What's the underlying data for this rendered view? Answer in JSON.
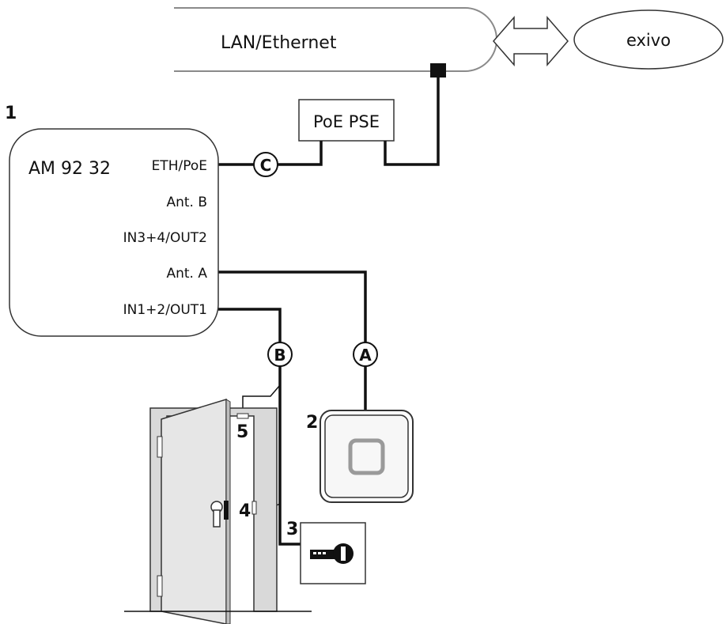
{
  "network": {
    "lan_label": "LAN/Ethernet",
    "exivo_label": "exivo"
  },
  "poe_pse": {
    "label": "PoE PSE"
  },
  "module": {
    "number": "1",
    "name": "AM 92 32",
    "ports": {
      "eth_poe": "ETH/PoE",
      "ant_b": "Ant. B",
      "in34_out2": "IN3+4/OUT2",
      "ant_a": "Ant. A",
      "in12_out1": "IN1+2/OUT1"
    }
  },
  "cables": {
    "a": "A",
    "b": "B",
    "c": "C"
  },
  "components": {
    "reader_number": "2",
    "key_switch_number": "3",
    "door_contact_number": "4",
    "frame_contact_number": "5"
  },
  "colors": {
    "line": "#111111",
    "door_fill": "#e6e6e6",
    "frame_fill": "#d9d9d9",
    "reader_fill": "#f7f7f7",
    "reader_center": "#9a9a9a"
  }
}
